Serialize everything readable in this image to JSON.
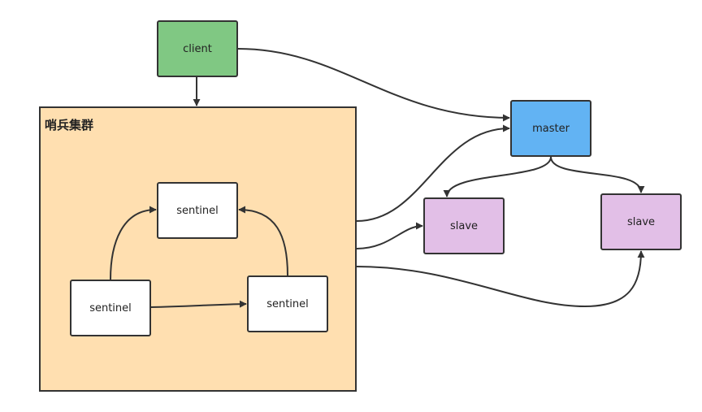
{
  "cluster": {
    "title": "哨兵集群",
    "color": "#ffdfb0"
  },
  "nodes": {
    "client": {
      "label": "client",
      "color": "#80c883"
    },
    "master": {
      "label": "master",
      "color": "#62b3f3"
    },
    "slave_1": {
      "label": "slave",
      "color": "#e2bfe7"
    },
    "slave_2": {
      "label": "slave",
      "color": "#e2bfe7"
    },
    "sentinel_top": {
      "label": "sentinel",
      "color": "#ffffff"
    },
    "sentinel_left": {
      "label": "sentinel",
      "color": "#ffffff"
    },
    "sentinel_right": {
      "label": "sentinel",
      "color": "#ffffff"
    }
  },
  "edges": [
    {
      "from": "client",
      "to": "cluster"
    },
    {
      "from": "client",
      "to": "master"
    },
    {
      "from": "cluster",
      "to": "master"
    },
    {
      "from": "cluster",
      "to": "slave_1"
    },
    {
      "from": "cluster",
      "to": "slave_2"
    },
    {
      "from": "master",
      "to": "slave_1"
    },
    {
      "from": "master",
      "to": "slave_2"
    },
    {
      "from": "sentinel_left",
      "to": "sentinel_top"
    },
    {
      "from": "sentinel_left",
      "to": "sentinel_right"
    },
    {
      "from": "sentinel_right",
      "to": "sentinel_top"
    }
  ],
  "line_color": "#333333"
}
